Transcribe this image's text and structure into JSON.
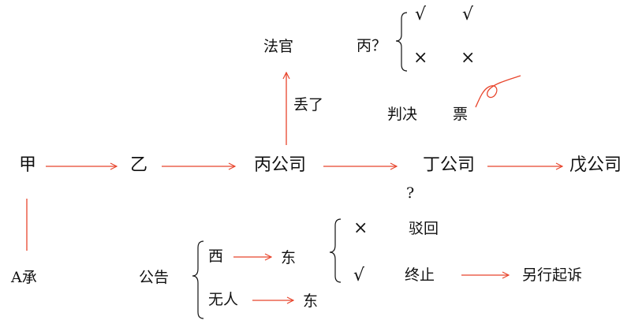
{
  "colors": {
    "text": "#111111",
    "arrow": "#e8452c",
    "bracket": "#111111"
  },
  "nodes": {
    "jia": "甲",
    "yi": "乙",
    "bing_company": "丙公司",
    "ding_company": "丁公司",
    "wu_company": "戊公司",
    "judge": "法官",
    "lost": "丢了",
    "a_accept": "A承",
    "bing_question": "丙？",
    "judgment": "判决",
    "ticket": "票",
    "question_mark": "?",
    "announcement": "公告",
    "west": "西",
    "east_1": "东",
    "nobody": "无人",
    "east_2": "东",
    "dismiss": "驳回",
    "terminate": "终止",
    "sue_separately": "另行起诉"
  },
  "marks": {
    "check_1": "√",
    "check_2": "√",
    "cross_1": "×",
    "cross_2": "×",
    "cross_3": "×",
    "check_3": "√"
  }
}
